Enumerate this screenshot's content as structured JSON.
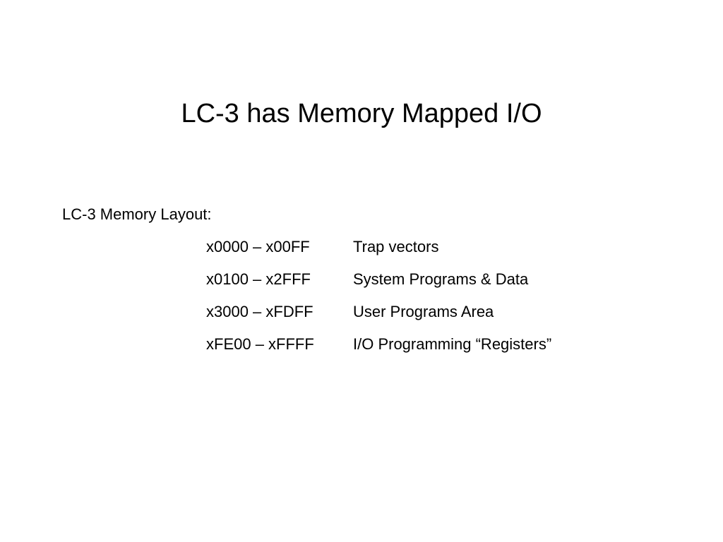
{
  "slide": {
    "title": "LC-3 has Memory Mapped I/O",
    "subheading": "LC-3 Memory Layout:",
    "memory_layout": [
      {
        "range": "x0000 – x00FF",
        "description": "Trap vectors"
      },
      {
        "range": "x0100 – x2FFF",
        "description": "System Programs & Data"
      },
      {
        "range": "x3000 – xFDFF",
        "description": "User Programs Area"
      },
      {
        "range": "xFE00 – xFFFF",
        "description": "I/O Programming “Registers”"
      }
    ]
  }
}
